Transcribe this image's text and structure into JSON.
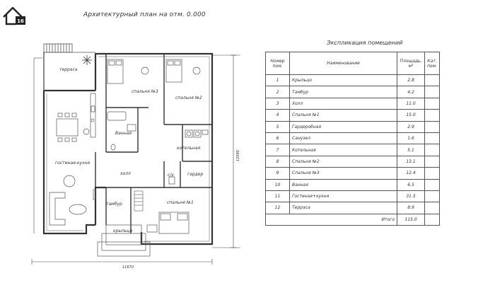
{
  "plan": {
    "title": "Архитектурный план на отм. 0.000",
    "logo_badge": "16",
    "rooms": {
      "terrace": "терраса",
      "bedroom3": "спальня №3",
      "bedroom2": "спальня №2",
      "bathroom": "Ванная",
      "boiler": "котельная",
      "living": "гостиная-кухня",
      "hall": "холл",
      "wc": "с/у",
      "wardrobe": "гардер",
      "vestibule": "тамбур",
      "bedroom1": "спальня №1",
      "porch": "крыльцо"
    },
    "dims": {
      "width": "11670",
      "height": "12090"
    }
  },
  "explication": {
    "title": "Экспликация помещений",
    "headers": {
      "num": "Номер пом.",
      "name": "Наименование",
      "area": "Площадь, м²",
      "cat": "Кат. пом."
    },
    "rows": [
      {
        "num": "1",
        "name": "Крыльцо",
        "area": "2.8"
      },
      {
        "num": "2",
        "name": "Тамбур",
        "area": "4.2"
      },
      {
        "num": "3",
        "name": "Холл",
        "area": "11.0"
      },
      {
        "num": "4",
        "name": "Спальня №1",
        "area": "15.0"
      },
      {
        "num": "5",
        "name": "Гардеробная",
        "area": "2.9"
      },
      {
        "num": "6",
        "name": "Санузел",
        "area": "1.6"
      },
      {
        "num": "7",
        "name": "Котельная",
        "area": "5.1"
      },
      {
        "num": "8",
        "name": "Спальня №2",
        "area": "13.1"
      },
      {
        "num": "9",
        "name": "Спальня №3",
        "area": "12.4"
      },
      {
        "num": "10",
        "name": "Ванная",
        "area": "6.5"
      },
      {
        "num": "11",
        "name": "Гостиная+кухня",
        "area": "31.5"
      },
      {
        "num": "12",
        "name": "Терраса",
        "area": "8.9"
      }
    ],
    "total_label": "Итого",
    "total_value": "115.0"
  }
}
